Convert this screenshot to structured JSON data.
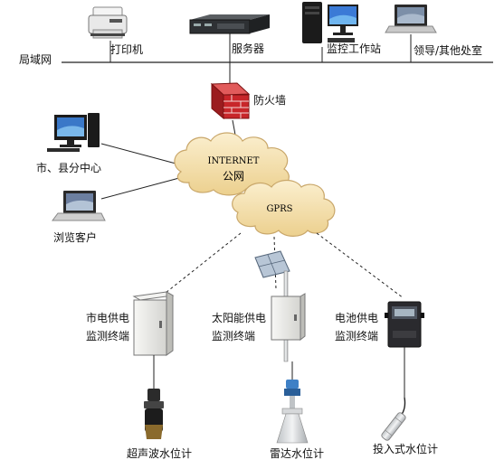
{
  "lan": {
    "label": "局域网"
  },
  "top_devices": {
    "printer": "打印机",
    "server": "服务器",
    "monitor_station": "监控工作站",
    "leader_office": "领导/其他处室"
  },
  "firewall": {
    "label": "防火墙"
  },
  "clients": {
    "county_center": "市、县分中心",
    "browse_client": "浏览客户"
  },
  "internet_cloud": {
    "line1": "INTERNET",
    "line2": "公网"
  },
  "gprs_cloud": {
    "label": "GPRS"
  },
  "terminals": {
    "mains": {
      "line1": "市电供电",
      "line2": "监测终端"
    },
    "solar": {
      "line1": "太阳能供电",
      "line2": "监测终端"
    },
    "battery": {
      "line1": "电池供电",
      "line2": "监测终端"
    }
  },
  "sensors": {
    "ultrasonic": "超声波水位计",
    "radar": "雷达水位计",
    "submersible": "投入式水位计"
  },
  "colors": {
    "firewall_brick": "#c8262a",
    "cloud_fill": "#f6e2b3",
    "cloud_stroke": "#c9a76a",
    "cabinet": "#eeeeec",
    "terminal_box": "#2a2a2e"
  }
}
